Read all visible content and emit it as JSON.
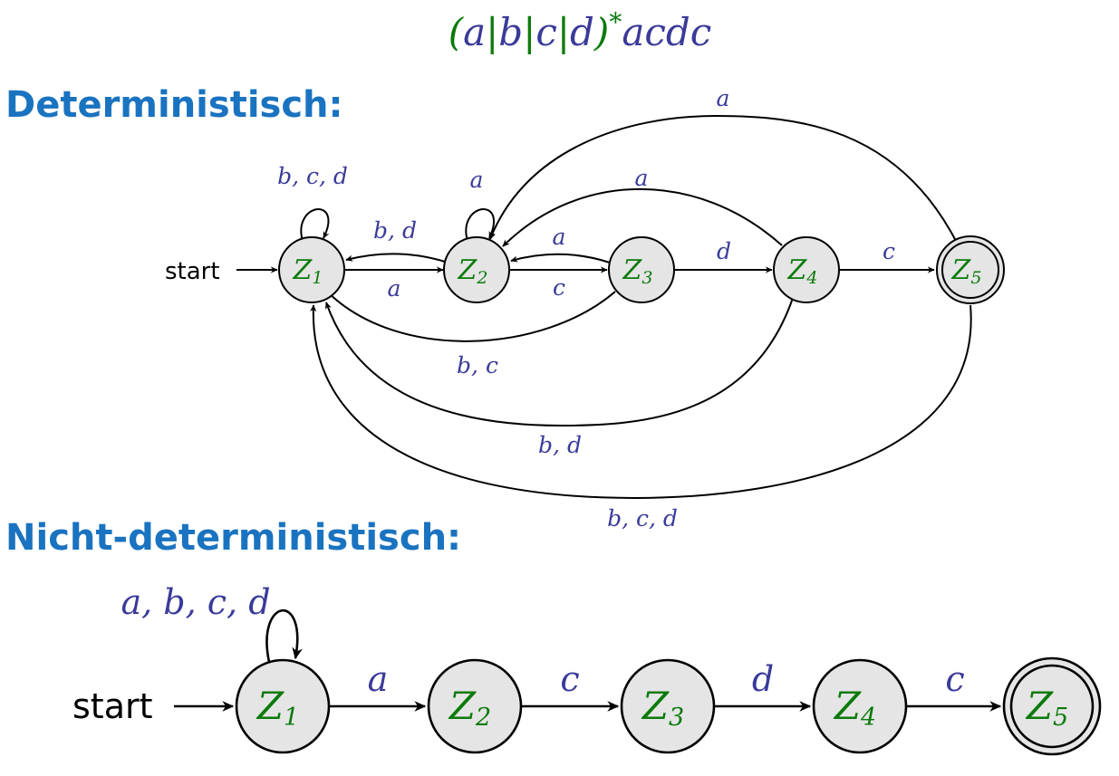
{
  "regex": {
    "open_paren": "(",
    "alt1": "a",
    "bar1": "|",
    "alt2": "b",
    "bar2": "|",
    "alt3": "c",
    "bar3": "|",
    "alt4": "d",
    "close_paren": ")",
    "star": "*",
    "suffix": "acdc"
  },
  "colors": {
    "heading": "#1a73c0",
    "label": "#3a3a9a",
    "state_name": "#0a7a0a",
    "state_fill": "#e5e5e5"
  },
  "deterministic": {
    "heading": "Deterministisch:",
    "start_label": "start",
    "states": [
      {
        "name": "Z",
        "sub": "1",
        "accepting": false
      },
      {
        "name": "Z",
        "sub": "2",
        "accepting": false
      },
      {
        "name": "Z",
        "sub": "3",
        "accepting": false
      },
      {
        "name": "Z",
        "sub": "4",
        "accepting": false
      },
      {
        "name": "Z",
        "sub": "5",
        "accepting": true
      }
    ],
    "edges": [
      {
        "from": 1,
        "to": 1,
        "label": "b, c, d"
      },
      {
        "from": 1,
        "to": 2,
        "label": "a"
      },
      {
        "from": 2,
        "to": 1,
        "label": "b, d"
      },
      {
        "from": 2,
        "to": 2,
        "label": "a"
      },
      {
        "from": 2,
        "to": 3,
        "label": "c"
      },
      {
        "from": 3,
        "to": 2,
        "label": "a"
      },
      {
        "from": 3,
        "to": 1,
        "label": "b, c"
      },
      {
        "from": 3,
        "to": 4,
        "label": "d"
      },
      {
        "from": 4,
        "to": 2,
        "label": "a"
      },
      {
        "from": 4,
        "to": 1,
        "label": "b, d"
      },
      {
        "from": 4,
        "to": 5,
        "label": "c"
      },
      {
        "from": 5,
        "to": 2,
        "label": "a"
      },
      {
        "from": 5,
        "to": 1,
        "label": "b, c, d"
      }
    ]
  },
  "nondeterministic": {
    "heading": "Nicht-deterministisch:",
    "start_label": "start",
    "states": [
      {
        "name": "Z",
        "sub": "1",
        "accepting": false
      },
      {
        "name": "Z",
        "sub": "2",
        "accepting": false
      },
      {
        "name": "Z",
        "sub": "3",
        "accepting": false
      },
      {
        "name": "Z",
        "sub": "4",
        "accepting": false
      },
      {
        "name": "Z",
        "sub": "5",
        "accepting": true
      }
    ],
    "edges": [
      {
        "from": 1,
        "to": 1,
        "label": "a, b, c, d"
      },
      {
        "from": 1,
        "to": 2,
        "label": "a"
      },
      {
        "from": 2,
        "to": 3,
        "label": "c"
      },
      {
        "from": 3,
        "to": 4,
        "label": "d"
      },
      {
        "from": 4,
        "to": 5,
        "label": "c"
      }
    ]
  }
}
